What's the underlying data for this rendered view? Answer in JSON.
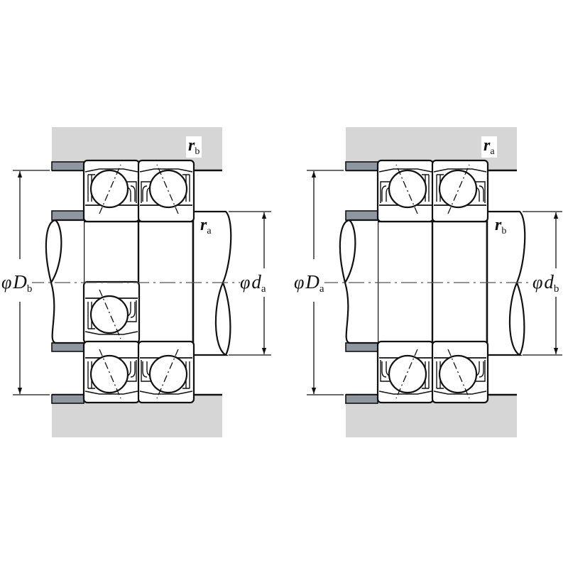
{
  "figure": {
    "description": "Mounting dimensions for back-to-back / face-to-face duplex angular contact ball bearings: shaft and housing shoulder diameters with fillet radii",
    "colors": {
      "housing_fill": "#d6d6d6",
      "spacer_fill": "#8e979f",
      "line": "#111111",
      "background": "#ffffff"
    },
    "left": {
      "housing_radius_label": {
        "symbol": "r",
        "subscript": "b"
      },
      "shaft_radius_label": {
        "symbol": "r",
        "subscript": "a"
      },
      "housing_dimension_label": {
        "prefix": "φ",
        "symbol": "D",
        "subscript": "b"
      },
      "shaft_dimension_label": {
        "prefix": "φ",
        "symbol": "d",
        "subscript": "a"
      }
    },
    "right": {
      "housing_radius_label": {
        "symbol": "r",
        "subscript": "a"
      },
      "shaft_radius_label": {
        "symbol": "r",
        "subscript": "b"
      },
      "housing_dimension_label": {
        "prefix": "φ",
        "symbol": "D",
        "subscript": "a"
      },
      "shaft_dimension_label": {
        "prefix": "φ",
        "symbol": "d",
        "subscript": "b"
      }
    }
  }
}
